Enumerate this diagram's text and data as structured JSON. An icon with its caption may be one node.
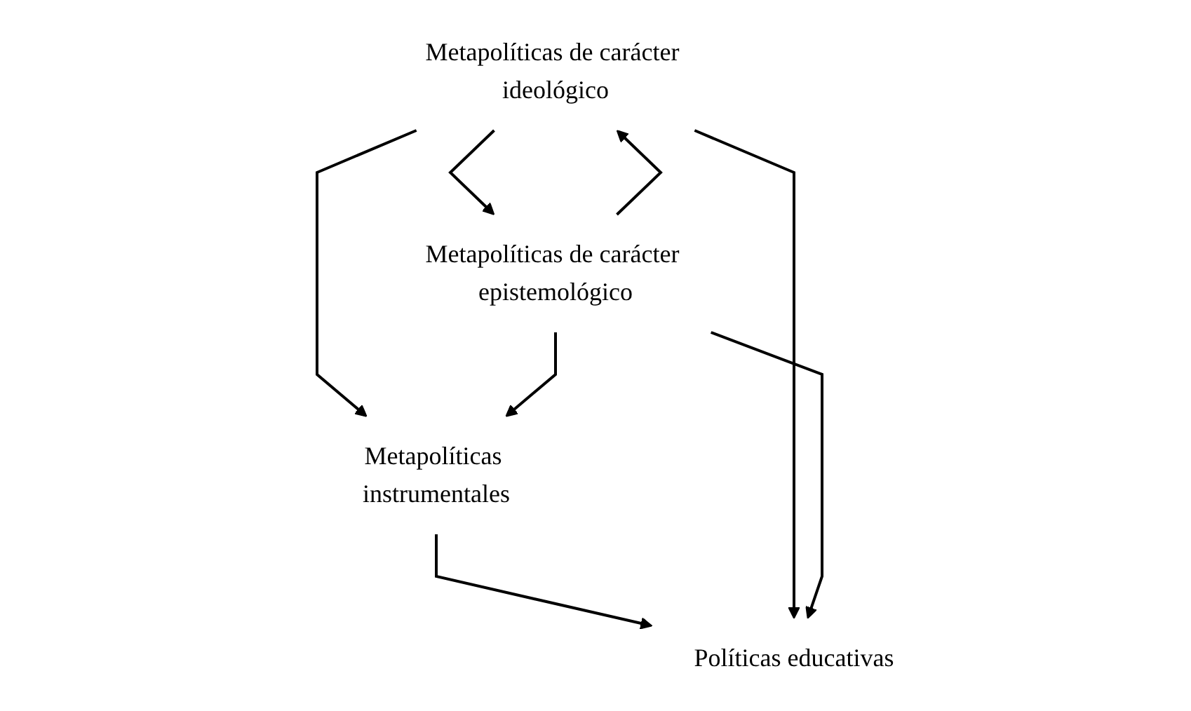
{
  "diagram": {
    "nodes": [
      {
        "text": [
          "Metapolíticas de carácter ideológico"
        ]
      },
      {
        "text": [
          "Metapolíticas de carácter epistemológico"
        ]
      },
      {
        "text": [
          "Metapolíticas instrumentales"
        ]
      },
      {
        "text": [
          "Políticas educativas"
        ]
      }
    ],
    "edges": [
      {
        "from": 0,
        "to": 1,
        "arrow": "to"
      },
      {
        "from": 1,
        "to": 0,
        "arrow": "to"
      },
      {
        "from": 0,
        "to": 2,
        "arrow": "to"
      },
      {
        "from": 1,
        "to": 2,
        "arrow": "to"
      },
      {
        "from": 2,
        "to": 3,
        "arrow": "to"
      },
      {
        "from": 0,
        "to": 3,
        "arrow": "to"
      },
      {
        "from": 1,
        "to": 3,
        "arrow": "to"
      }
    ]
  }
}
